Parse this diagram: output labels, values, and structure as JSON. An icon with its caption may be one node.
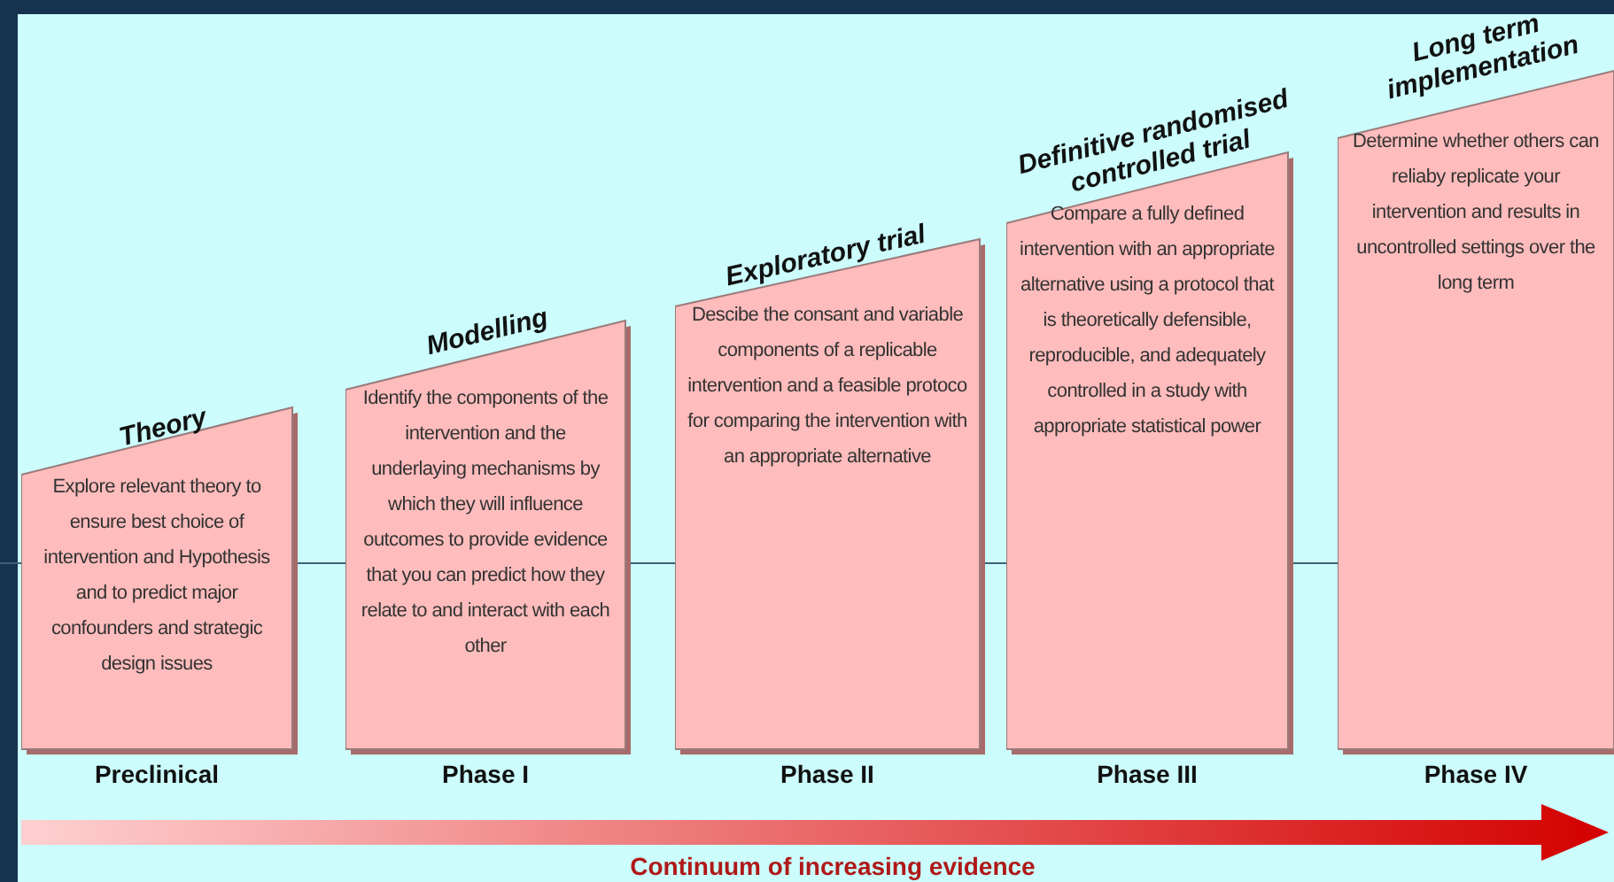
{
  "diagram": {
    "nodes": [
      {
        "text": [
          "Theory",
          "Explore relevant theory to ensure best choice of intervention and Hypothesis and to predict major confounders and strategic design issues"
        ],
        "beside": [
          "Preclinical"
        ]
      },
      {
        "text": [
          "Modelling",
          "Identify the components of the intervention and the underlaying mechanisms by which they will influence outcomes to provide evidence that you can predict how they relate to and interact with each other"
        ],
        "beside": [
          "Phase I"
        ]
      },
      {
        "text": [
          "Exploratory trial",
          "Descibe the consant and variable components of a replicable intervention and a feasible protoco for comparing the intervention with an appropriate alternative"
        ],
        "beside": [
          "Phase II"
        ]
      },
      {
        "text": [
          "Definitive randomised controlled trial",
          "Compare a fully defined intervention with an appropriate alternative using a protocol that is theoretically defensible, reproducible, and adequately controlled in a study with appropriate statistical power"
        ],
        "beside": [
          "Phase III"
        ]
      },
      {
        "text": [
          "Long term implementation",
          "Determine whether others can reliaby replicate your intervention and results in uncontrolled settings over the long term"
        ],
        "beside": [
          "Phase IV"
        ]
      }
    ],
    "edges": [],
    "labels": [
      "Continuum of increasing evidence"
    ]
  }
}
